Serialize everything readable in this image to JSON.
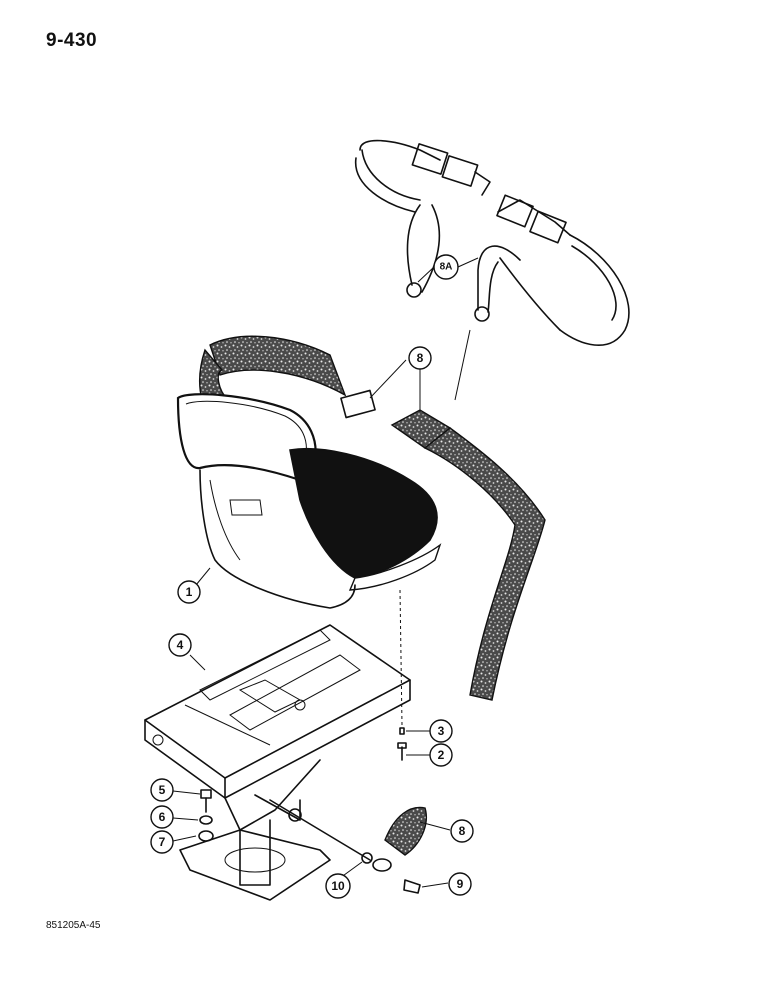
{
  "page": {
    "number": "9-430",
    "figure_code": "851205A-45"
  },
  "callouts": {
    "c1": "1",
    "c2": "2",
    "c3": "3",
    "c4": "4",
    "c5": "5",
    "c6": "6",
    "c7": "7",
    "c8_top": "8",
    "c8_bottom": "8",
    "c8a": "8A",
    "c9": "9",
    "c10": "10"
  }
}
